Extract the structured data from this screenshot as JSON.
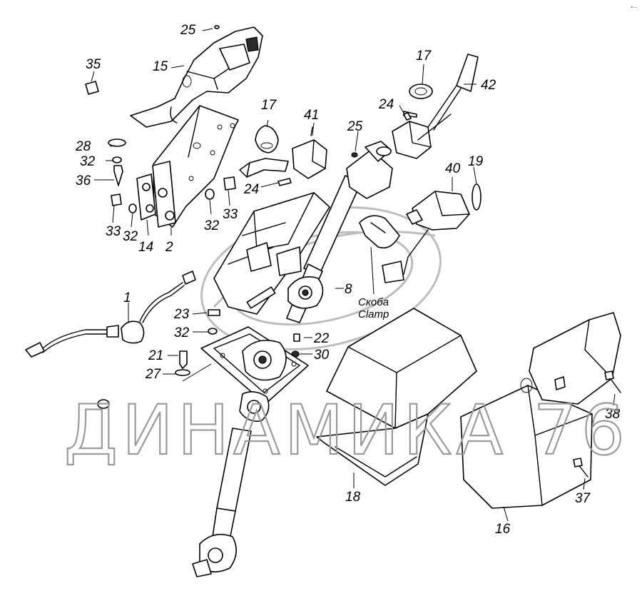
{
  "watermark": {
    "text": "ДИНАМИКА 76"
  },
  "note": {
    "line1": "Скоба",
    "line2": "Clamp"
  },
  "corner_mark": "•—",
  "callouts": [
    {
      "id": "c1",
      "label": "1"
    },
    {
      "id": "c2",
      "label": "2"
    },
    {
      "id": "c8",
      "label": "8"
    },
    {
      "id": "c14",
      "label": "14"
    },
    {
      "id": "c15",
      "label": "15"
    },
    {
      "id": "c16",
      "label": "16"
    },
    {
      "id": "c17a",
      "label": "17"
    },
    {
      "id": "c17b",
      "label": "17"
    },
    {
      "id": "c18",
      "label": "18"
    },
    {
      "id": "c19",
      "label": "19"
    },
    {
      "id": "c21",
      "label": "21"
    },
    {
      "id": "c22",
      "label": "22"
    },
    {
      "id": "c23",
      "label": "23"
    },
    {
      "id": "c24a",
      "label": "24"
    },
    {
      "id": "c24b",
      "label": "24"
    },
    {
      "id": "c25a",
      "label": "25"
    },
    {
      "id": "c25b",
      "label": "25"
    },
    {
      "id": "c27",
      "label": "27"
    },
    {
      "id": "c28",
      "label": "28"
    },
    {
      "id": "c30",
      "label": "30"
    },
    {
      "id": "c32a",
      "label": "32"
    },
    {
      "id": "c32b",
      "label": "32"
    },
    {
      "id": "c32c",
      "label": "32"
    },
    {
      "id": "c32d",
      "label": "32"
    },
    {
      "id": "c33a",
      "label": "33"
    },
    {
      "id": "c33b",
      "label": "33"
    },
    {
      "id": "c35",
      "label": "35"
    },
    {
      "id": "c36",
      "label": "36"
    },
    {
      "id": "c37",
      "label": "37"
    },
    {
      "id": "c38",
      "label": "38"
    },
    {
      "id": "c40",
      "label": "40"
    },
    {
      "id": "c41",
      "label": "41"
    },
    {
      "id": "c42",
      "label": "42"
    }
  ]
}
